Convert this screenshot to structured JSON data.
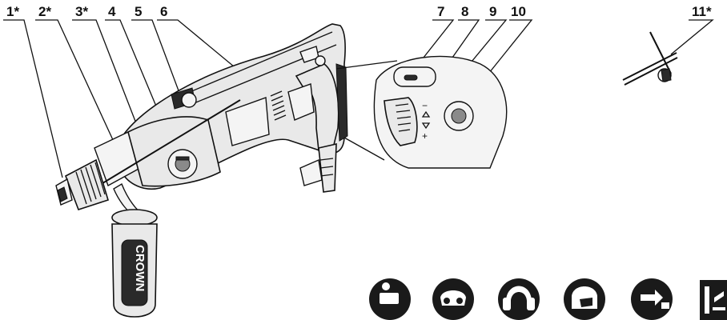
{
  "callouts": {
    "c1": "1*",
    "c2": "2*",
    "c3": "3*",
    "c4": "4",
    "c5": "5",
    "c6": "6",
    "c7": "7",
    "c8": "8",
    "c9": "9",
    "c10": "10",
    "c11": "11*"
  },
  "handle_brand": "CROWN",
  "detail_symbols": {
    "minus": "−",
    "plus": "+"
  },
  "safety_icons": [
    "read-manual-icon",
    "safety-goggles-icon",
    "ear-protection-icon",
    "dust-mask-icon",
    "unplug-before-service-icon",
    "disposal-icon"
  ]
}
